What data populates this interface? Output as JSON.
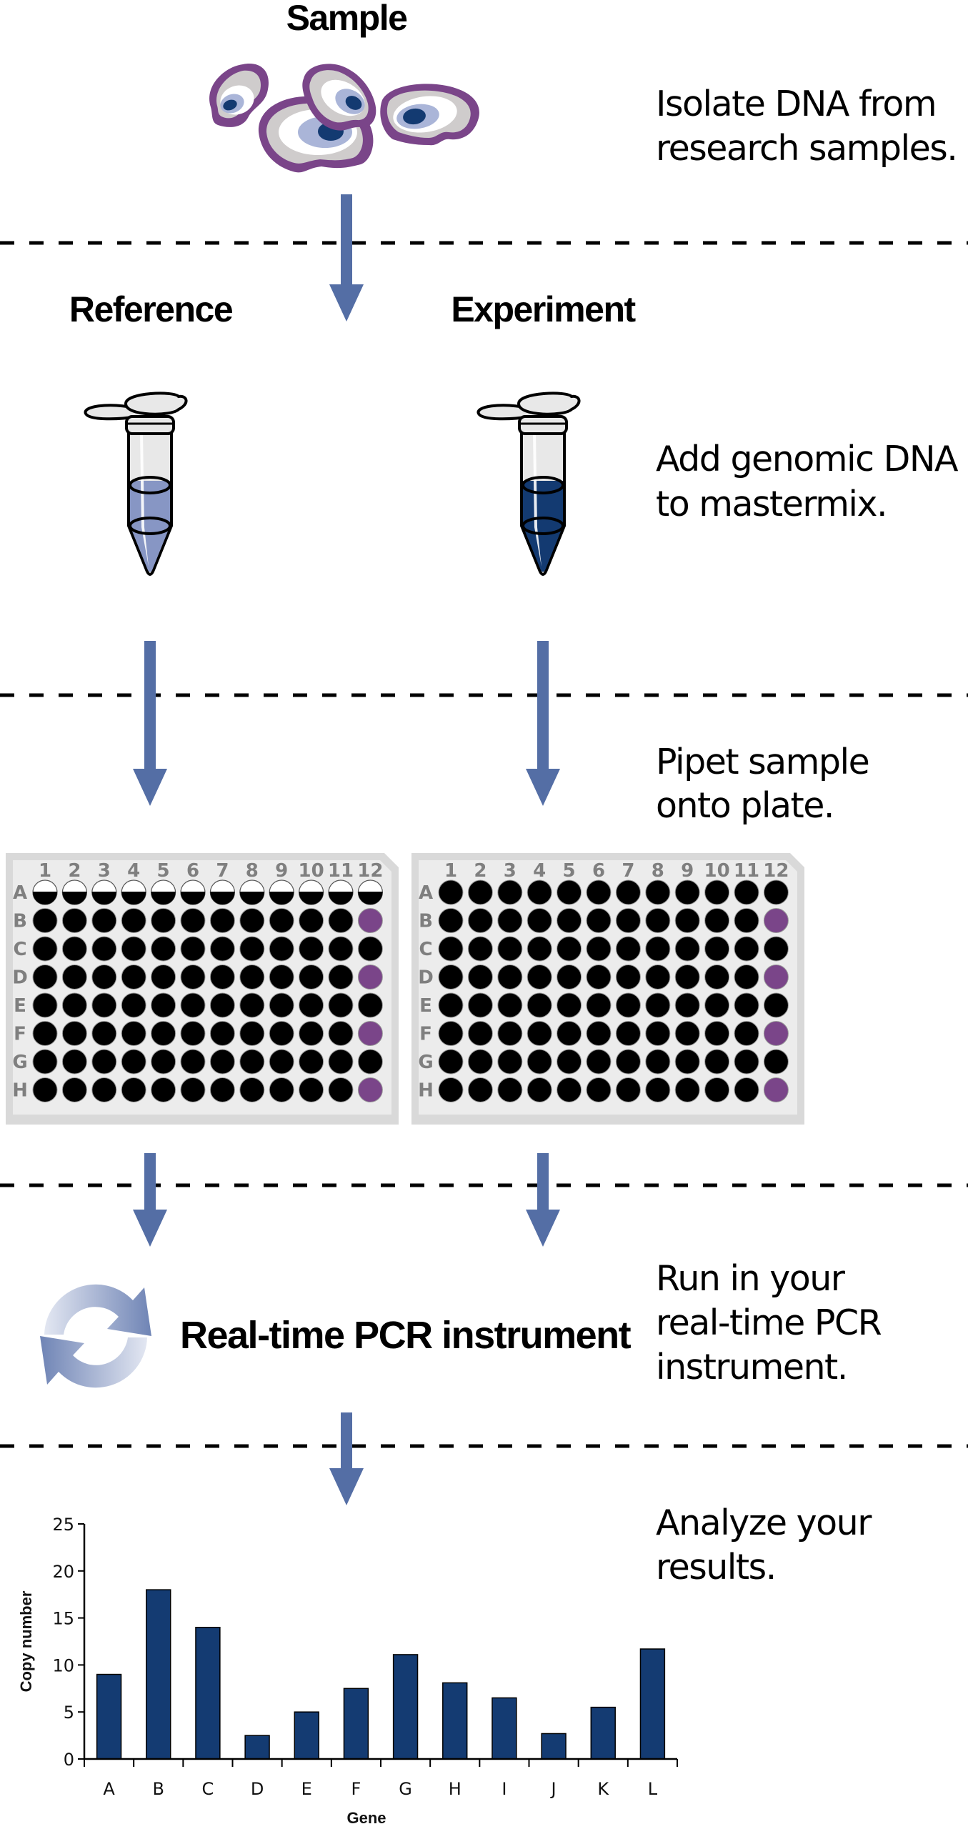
{
  "title": "Sample",
  "colors": {
    "arrow": "#546ea5",
    "dash": "#000000",
    "bar": "#143b72",
    "well": "#000000",
    "well_highlight": "#7a4589",
    "plate_frame": "#d9d9d9",
    "plate_face": "#ececec",
    "tube_reference_liquid": "#8796c4",
    "tube_experiment_liquid": "#133a71",
    "cell_membrane": "#7a4589",
    "cell_cytoplasm": "#cfcccc",
    "cell_nucleus_halo": "#aab5d8",
    "cell_nucleus": "#133a71"
  },
  "steps": [
    {
      "id": "isolate",
      "lines": [
        "Isolate DNA from",
        "research samples."
      ]
    },
    {
      "id": "add",
      "lines": [
        "Add genomic DNA",
        "to mastermix."
      ]
    },
    {
      "id": "pipet",
      "lines": [
        "Pipet sample",
        "onto plate."
      ]
    },
    {
      "id": "run",
      "lines": [
        "Run in your",
        "real-time PCR",
        "instrument."
      ]
    },
    {
      "id": "analyze",
      "lines": [
        "Analyze your",
        "results."
      ]
    }
  ],
  "columns": {
    "reference": "Reference",
    "experiment": "Experiment"
  },
  "icons": {
    "sample": "cells-icon",
    "reference_tube": "microcentrifuge-tube-icon",
    "experiment_tube": "microcentrifuge-tube-icon",
    "pcr": "cycle-arrows-icon"
  },
  "plates": [
    {
      "name": "reference-plate",
      "columns": [
        "1",
        "2",
        "3",
        "4",
        "5",
        "6",
        "7",
        "8",
        "9",
        "10",
        "11",
        "12"
      ],
      "rows": [
        "A",
        "B",
        "C",
        "D",
        "E",
        "F",
        "G",
        "H"
      ],
      "row_a_half_filled": true,
      "highlighted_wells": [
        "B12",
        "D12",
        "F12",
        "H12"
      ]
    },
    {
      "name": "experiment-plate",
      "columns": [
        "1",
        "2",
        "3",
        "4",
        "5",
        "6",
        "7",
        "8",
        "9",
        "10",
        "11",
        "12"
      ],
      "rows": [
        "A",
        "B",
        "C",
        "D",
        "E",
        "F",
        "G",
        "H"
      ],
      "row_a_half_filled": false,
      "highlighted_wells": [
        "B12",
        "D12",
        "F12",
        "H12"
      ]
    }
  ],
  "pcr_label": "Real-time PCR instrument",
  "chart_data": {
    "type": "bar",
    "title": "",
    "xlabel": "Gene",
    "ylabel": "Copy number",
    "categories": [
      "A",
      "B",
      "C",
      "D",
      "E",
      "F",
      "G",
      "H",
      "I",
      "J",
      "K",
      "L"
    ],
    "values": [
      9,
      18,
      14,
      2.5,
      5,
      7.5,
      11.1,
      8.1,
      6.5,
      2.7,
      5.5,
      11.7
    ],
    "ylim": [
      0,
      25
    ],
    "yticks": [
      0,
      5,
      10,
      15,
      20,
      25
    ],
    "grid": false,
    "legend": "none"
  }
}
